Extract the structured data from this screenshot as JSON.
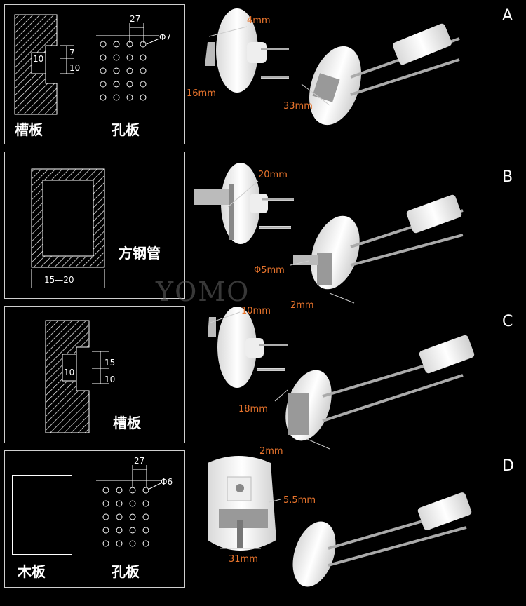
{
  "panels": {
    "a": {
      "label_left": "槽板",
      "label_right": "孔板",
      "dim_slot_10": "10",
      "dim_7": "7",
      "dim_10": "10",
      "dim_27": "27",
      "dim_phi": "Φ7"
    },
    "b": {
      "label": "方钢管",
      "dim_width": "15—20"
    },
    "c": {
      "label": "槽板",
      "dim_slot_10": "10",
      "dim_15": "15",
      "dim_10": "10"
    },
    "d": {
      "label_left": "木板",
      "label_right": "孔板",
      "dim_27": "27",
      "dim_phi": "Φ6"
    }
  },
  "row_letters": {
    "a": "A",
    "b": "B",
    "c": "C",
    "d": "D"
  },
  "measurements": {
    "a_4mm": "4mm",
    "a_16mm": "16mm",
    "a_33mm": "33mm",
    "b_20mm": "20mm",
    "b_5mm": "Φ5mm",
    "b_2mm": "2mm",
    "c_10mm": "10mm",
    "c_18mm": "18mm",
    "c_2mm": "2mm",
    "d_55mm": "5.5mm",
    "d_31mm": "31mm"
  },
  "watermark": "YOMO"
}
